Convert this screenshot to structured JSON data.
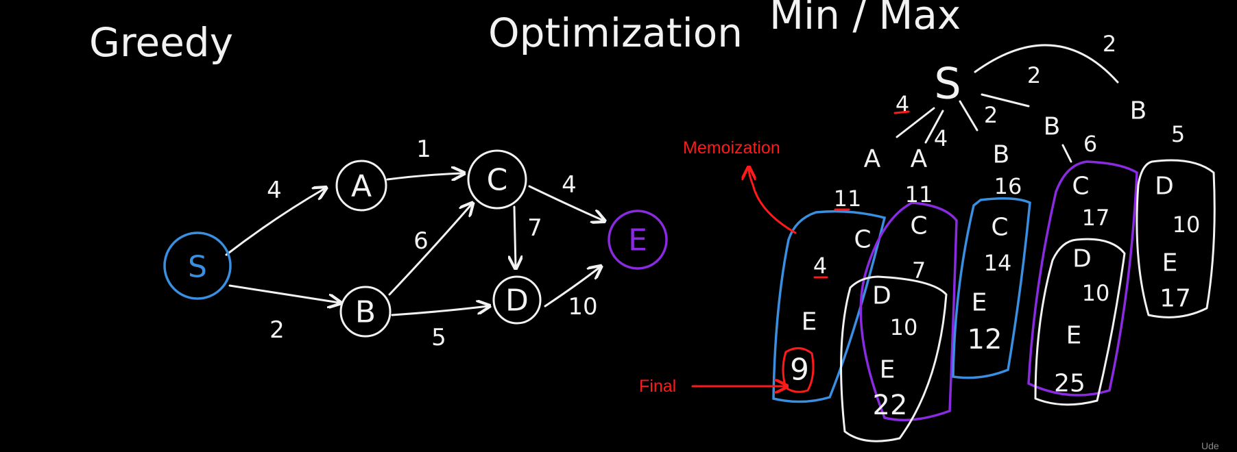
{
  "titles": {
    "left": "Greedy",
    "center": "Optimization",
    "right": "Min / Max"
  },
  "graph": {
    "nodes": [
      "S",
      "A",
      "B",
      "C",
      "D",
      "E"
    ],
    "edges": [
      {
        "from": "S",
        "to": "A",
        "weight": "4"
      },
      {
        "from": "S",
        "to": "B",
        "weight": "2"
      },
      {
        "from": "A",
        "to": "C",
        "weight": "1"
      },
      {
        "from": "B",
        "to": "C",
        "weight": "6"
      },
      {
        "from": "B",
        "to": "D",
        "weight": "5"
      },
      {
        "from": "C",
        "to": "E",
        "weight": "4"
      },
      {
        "from": "C",
        "to": "D",
        "weight": "7"
      },
      {
        "from": "D",
        "to": "E",
        "weight": "10"
      }
    ],
    "highlight": {
      "start": "#3a8fe0",
      "end": "#8a2be2"
    }
  },
  "tree": {
    "root": "S",
    "top_edges": [
      {
        "label": "4",
        "child": "A"
      },
      {
        "label": "4",
        "child": "A"
      },
      {
        "label": "2",
        "child": "B"
      },
      {
        "label": "2",
        "child": "B"
      },
      {
        "label": "2",
        "child": "B"
      }
    ],
    "branches": [
      {
        "sequence": [
          "A",
          "11",
          "C",
          "4",
          "E",
          "9"
        ]
      },
      {
        "sequence": [
          "A",
          "11",
          "C",
          "7",
          "D",
          "10",
          "E",
          "22"
        ]
      },
      {
        "sequence": [
          "B",
          "16",
          "C",
          "14",
          "E",
          "12"
        ]
      },
      {
        "sequence": [
          "B",
          "6",
          "C",
          "17",
          "D",
          "10",
          "E",
          "25"
        ]
      },
      {
        "sequence": [
          "B",
          "5",
          "D",
          "10",
          "E",
          "17"
        ]
      }
    ]
  },
  "annotations": {
    "memoization": "Memoization",
    "final": "Final",
    "color": "#ff1a1a"
  },
  "watermark": "Ude"
}
